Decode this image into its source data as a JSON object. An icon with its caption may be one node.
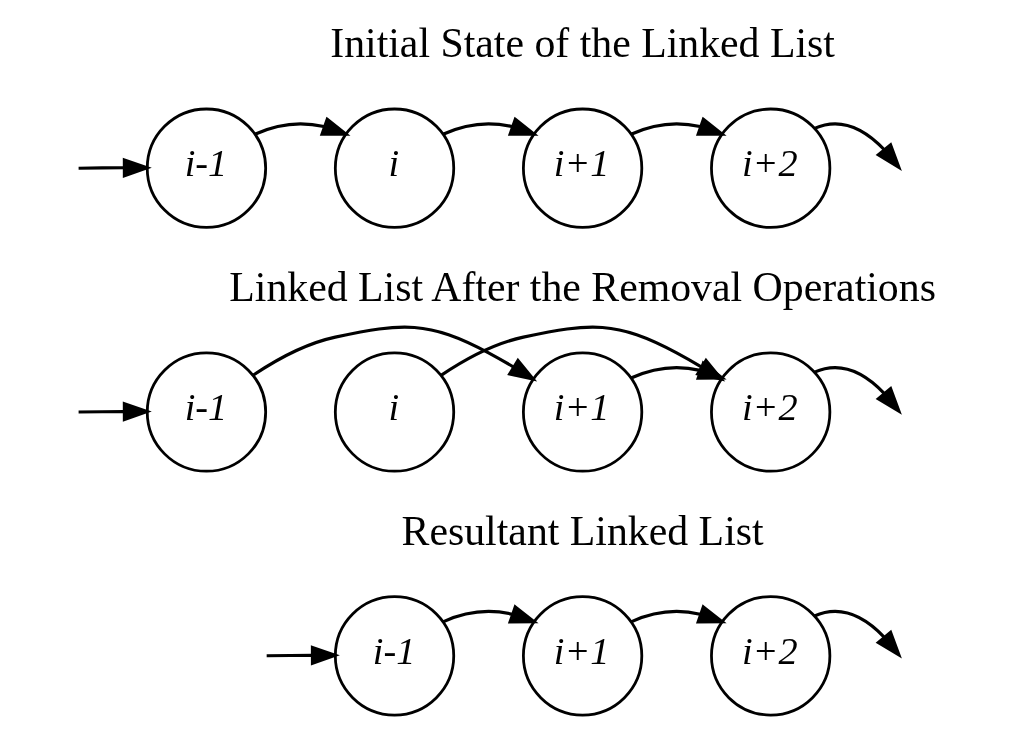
{
  "diagram": {
    "nodes": [
      {
        "text": [
          "i-1"
        ]
      },
      {
        "text": [
          "i"
        ]
      },
      {
        "text": [
          "i+1"
        ]
      },
      {
        "text": [
          "i+2"
        ]
      },
      {
        "text": [
          "i-1"
        ]
      },
      {
        "text": [
          "i"
        ]
      },
      {
        "text": [
          "i+1"
        ]
      },
      {
        "text": [
          "i+2"
        ]
      },
      {
        "text": [
          "i-1"
        ]
      },
      {
        "text": [
          "i+1"
        ]
      },
      {
        "text": [
          "i+2"
        ]
      }
    ],
    "edges": [
      {
        "from": null,
        "to": 0,
        "arrow": "to"
      },
      {
        "from": 0,
        "to": 1,
        "arrow": "to"
      },
      {
        "from": 1,
        "to": 2,
        "arrow": "to"
      },
      {
        "from": 2,
        "to": 3,
        "arrow": "to"
      },
      {
        "from": 3,
        "to": null,
        "arrow": "to"
      },
      {
        "from": null,
        "to": 4,
        "arrow": "to"
      },
      {
        "from": 4,
        "to": 6,
        "arrow": "to"
      },
      {
        "from": 5,
        "to": 7,
        "arrow": "to"
      },
      {
        "from": 6,
        "to": 7,
        "arrow": "to"
      },
      {
        "from": 7,
        "to": null,
        "arrow": "to"
      },
      {
        "from": null,
        "to": 8,
        "arrow": "to"
      },
      {
        "from": 8,
        "to": 9,
        "arrow": "to"
      },
      {
        "from": 9,
        "to": 10,
        "arrow": "to"
      },
      {
        "from": 10,
        "to": null,
        "arrow": "to"
      }
    ],
    "labels": [
      "Initial State of the Linked List",
      "Linked List After the Removal Operations",
      "Resultant Linked List"
    ]
  }
}
